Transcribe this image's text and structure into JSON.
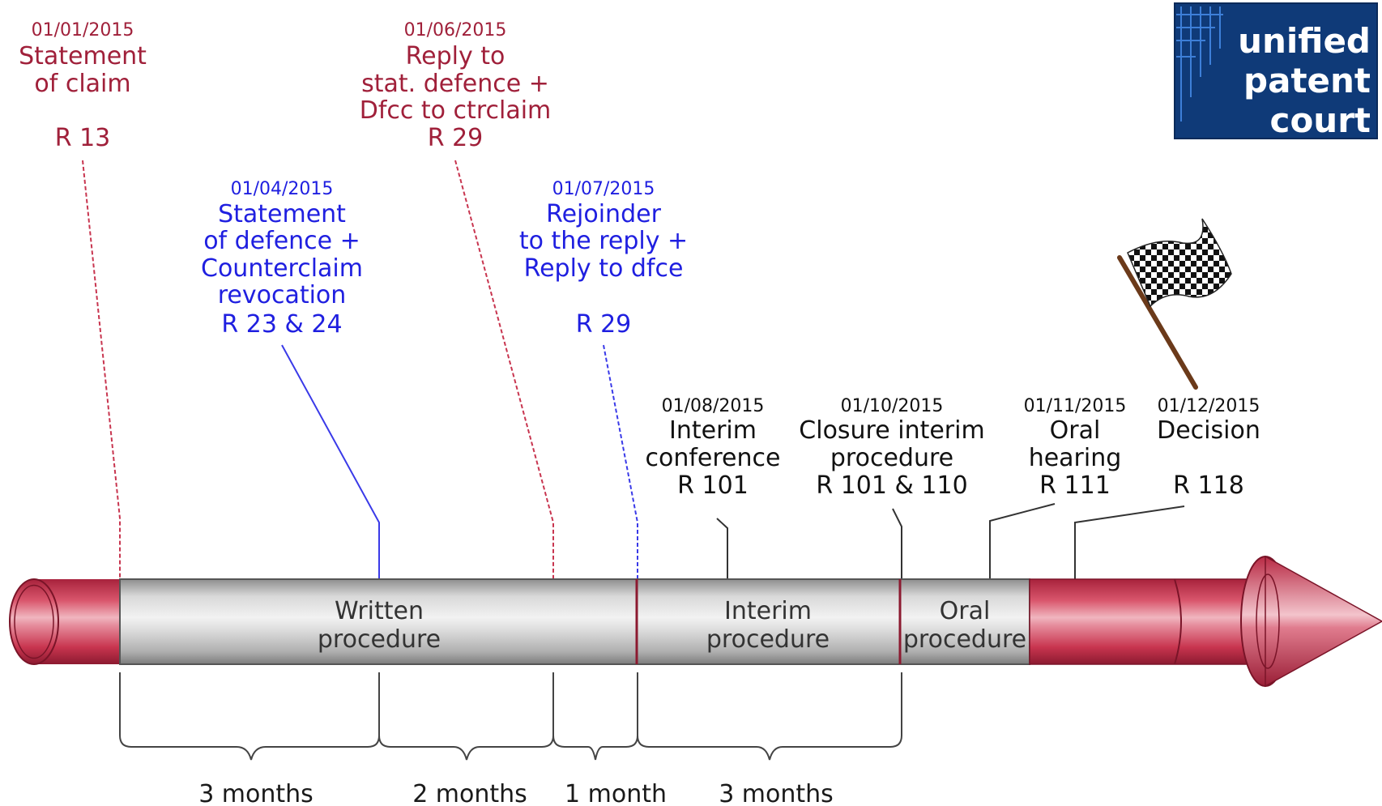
{
  "colors": {
    "red_event": "#a0203a",
    "blue_event": "#1f1fe0",
    "black_event": "#111111",
    "tube_red": "#c8354f",
    "tube_grey": "#c9c9c9",
    "logo_bg": "#0f3a78"
  },
  "logo": {
    "lines": [
      "unified",
      "patent",
      "court"
    ]
  },
  "events": {
    "e1": {
      "date": "01/01/2015",
      "lines": [
        "Statement",
        "of claim"
      ],
      "rule": "R 13"
    },
    "e2": {
      "date": "01/04/2015",
      "lines": [
        "Statement",
        "of defence +",
        "Counterclaim",
        "revocation"
      ],
      "rule": "R 23 & 24"
    },
    "e3": {
      "date": "01/06/2015",
      "lines": [
        "Reply to",
        "stat. defence +",
        "Dfcc to ctrclaim"
      ],
      "rule": "R 29"
    },
    "e4": {
      "date": "01/07/2015",
      "lines": [
        "Rejoinder",
        "to the reply +",
        "Reply to dfce"
      ],
      "rule": "R 29"
    },
    "e5": {
      "date": "01/08/2015",
      "lines": [
        "Interim",
        "conference"
      ],
      "rule": "R 101"
    },
    "e6": {
      "date": "01/10/2015",
      "lines": [
        "Closure interim",
        "procedure"
      ],
      "rule": "R 101 & 110"
    },
    "e7": {
      "date": "01/11/2015",
      "lines": [
        "Oral",
        "hearing"
      ],
      "rule": "R 111"
    },
    "e8": {
      "date": "01/12/2015",
      "lines": [
        "Decision"
      ],
      "rule": "R 118"
    }
  },
  "phases": {
    "p1": [
      "Written",
      "procedure"
    ],
    "p2": [
      "Interim",
      "procedure"
    ],
    "p3": [
      "Oral",
      "procedure"
    ]
  },
  "durations": [
    "3 months",
    "2 months",
    "1 month",
    "3 months"
  ],
  "icons": {
    "flag": "checkered-flag-icon",
    "logo": "upc-logo"
  }
}
